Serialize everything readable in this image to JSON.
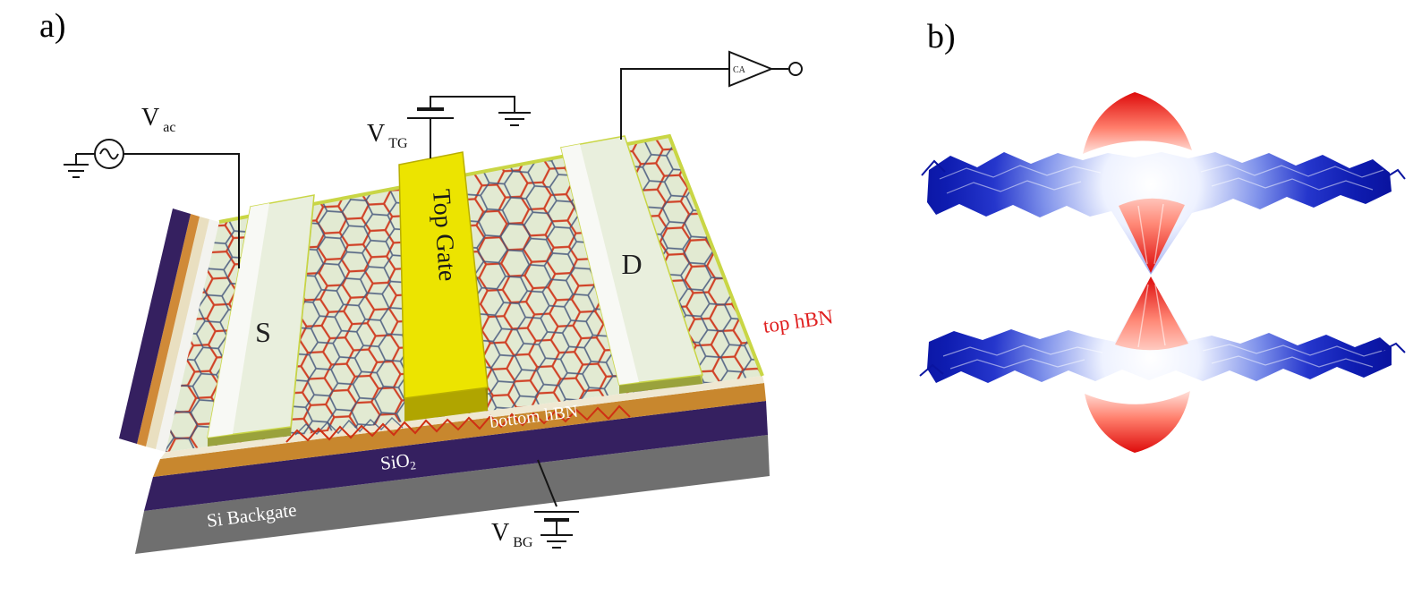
{
  "figure": {
    "panel_a": "a)",
    "panel_b": "b)"
  },
  "device": {
    "source": "S",
    "drain": "D",
    "top_gate": "Top Gate",
    "top_hbn": "top hBN",
    "bottom_hbn": "bottom hBN",
    "sio2": "SiO",
    "sio2_sub": "2",
    "backgate": "Si Backgate"
  },
  "circuit": {
    "v_ac": "V",
    "v_ac_sub": "ac",
    "v_tg": "V",
    "v_tg_sub": "TG",
    "v_bg": "V",
    "v_bg_sub": "BG",
    "amplifier": "CA"
  },
  "colors": {
    "moire_red": "#cf3014",
    "moire_blue": "#44567c",
    "top_gate_yellow": "#ece400",
    "electrode_pale_green": "#e9efdd",
    "hbn_edge_yellow_green": "#c9d645",
    "bottom_hbn_tan": "#c8872e",
    "sio2_purple": "#352060",
    "backgate_gray": "#6f6f6f",
    "band_blue": "#0a139e",
    "band_red": "#de0b0b",
    "top_hbn_label_red": "#e02020"
  }
}
